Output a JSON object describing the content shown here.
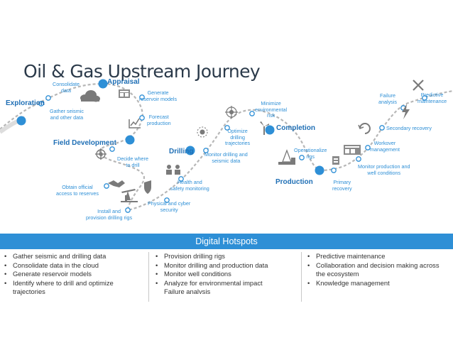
{
  "title": "Oil & Gas Upstream Journey",
  "colors": {
    "accent": "#2e8fd6",
    "stage_text": "#1f6fb5",
    "gray_icon": "#7a7a7a",
    "band": "#2e8fd6"
  },
  "stages": {
    "exploration": "Exploration",
    "appraisal": "Appraisal",
    "field_development": "Field Development",
    "drilling": "Drilling",
    "completion": "Completion",
    "production": "Production"
  },
  "steps": {
    "consolidate_data": "Consolidate\ndata",
    "gather_seismic": "Gather seismic\nand other data",
    "generate_reservoir_models": "Generate\nreservoir models",
    "forecast_production": "Forecast\nproduction",
    "decide_where_to_drill": "Decide where\nto drill",
    "obtain_official_access": "Obtain official\naccess to reserves",
    "install_provision_rigs": "Install and\nprovision drilling rigs",
    "physical_cyber_security": "Physical and cyber\nsecurity",
    "health_safety_monitoring": "Health and\nsafety monitoring",
    "monitor_drilling_seismic": "Monitor drilling and\nseismic data",
    "optimize_trajectories": "Optimize\ndrilling\ntrajectories",
    "minimize_env_risk": "Minimize\nenvironmental\nrisk",
    "operationalize_rigs": "Operationalize\nrigs",
    "primary_recovery": "Primary\nrecovery",
    "monitor_production_well": "Monitor production and\nwell conditions",
    "workover_management": "Workover\nmanagement",
    "secondary_recovery": "Secondary recovery",
    "failure_analysis": "Failure\nanalysis",
    "predictive_maintenance": "Predictive\nmaintenance"
  },
  "hotspots": {
    "heading": "Digital Hotspots",
    "col1": [
      "Gather seismic and drilling data",
      "Consolidate data in the cloud",
      "Generate reservoir models",
      "Identify where to drill and optimize trajectories"
    ],
    "col2": [
      "Provision drilling rigs",
      "Monitor drilling and production data",
      "Monitor well conditions",
      "Analyze for environmental impact",
      "Failure analysis"
    ],
    "col3": [
      "Predictive maintenance",
      "Collaboration and decision making across the ecosystem",
      "Knowledge management"
    ]
  },
  "icons": [
    "cloud-icon",
    "data-sheet-icon",
    "chart-icon",
    "target-icon",
    "seismic-network-icon",
    "handshake-icon",
    "pump-jack-icon",
    "shield-icon",
    "workers-icon",
    "drone-icon",
    "wind-turbine-icon",
    "oil-rig-icon",
    "oil-tanks-icon",
    "refresh-icon",
    "lightning-icon",
    "tools-icon"
  ]
}
